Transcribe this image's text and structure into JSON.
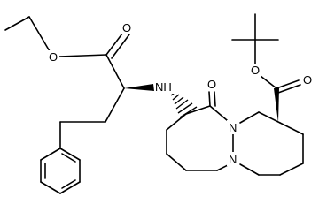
{
  "structure": {
    "atom_labels": [
      {
        "id": "ester-o-ethyl",
        "text": "O"
      },
      {
        "id": "ester-carbonyl-o",
        "text": "O"
      },
      {
        "id": "amine-nh",
        "text": "NH"
      },
      {
        "id": "lactam-o",
        "text": "O"
      },
      {
        "id": "ring-n1",
        "text": "N"
      },
      {
        "id": "ring-n2",
        "text": "N"
      },
      {
        "id": "boc-o-ester",
        "text": "O"
      },
      {
        "id": "boc-carbonyl-o",
        "text": "O"
      }
    ],
    "colors": {
      "bond": "#000000",
      "background": "#ffffff"
    }
  }
}
